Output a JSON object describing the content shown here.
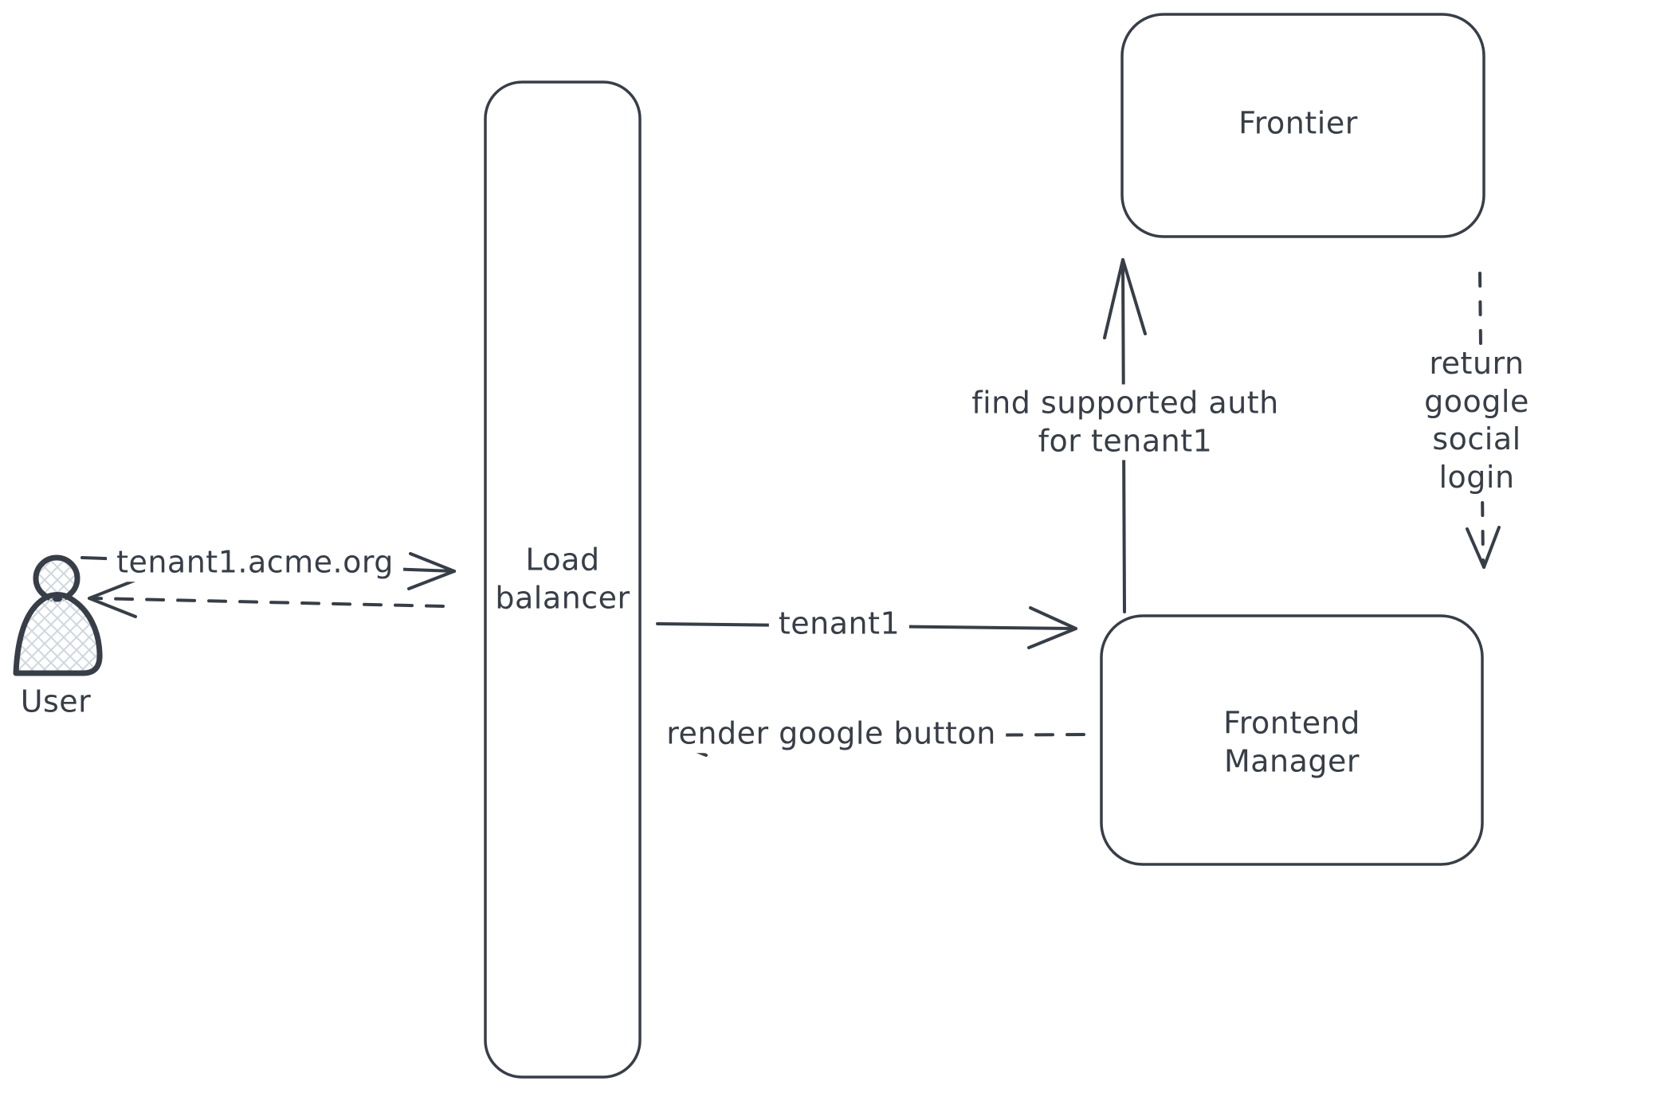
{
  "diagram": {
    "background_color": "#ffffff",
    "stroke_color": "#383e47",
    "hatch_color": "#cfd7de",
    "actors": {
      "user": {
        "label": "User"
      }
    },
    "nodes": [
      {
        "id": "load-balancer",
        "label": "Load\nbalancer"
      },
      {
        "id": "frontier",
        "label": "Frontier"
      },
      {
        "id": "frontend-manager",
        "label": "Frontend\nManager"
      }
    ],
    "edges": [
      {
        "id": "request",
        "from": "user",
        "to": "load-balancer",
        "style": "solid",
        "label": "tenant1.acme.org"
      },
      {
        "id": "response-to-user",
        "from": "load-balancer",
        "to": "user",
        "style": "dashed",
        "label": ""
      },
      {
        "id": "route-tenant1",
        "from": "load-balancer",
        "to": "frontend-manager",
        "style": "solid",
        "label": "tenant1"
      },
      {
        "id": "render-google-button",
        "from": "frontend-manager",
        "to": "load-balancer",
        "style": "dashed",
        "label": "render google button"
      },
      {
        "id": "find-supported-auth",
        "from": "frontend-manager",
        "to": "frontier",
        "style": "solid",
        "label": "find supported auth\nfor tenant1"
      },
      {
        "id": "return-google-social-login",
        "from": "frontier",
        "to": "frontend-manager",
        "style": "dashed",
        "label": "return google social\nlogin"
      }
    ]
  }
}
